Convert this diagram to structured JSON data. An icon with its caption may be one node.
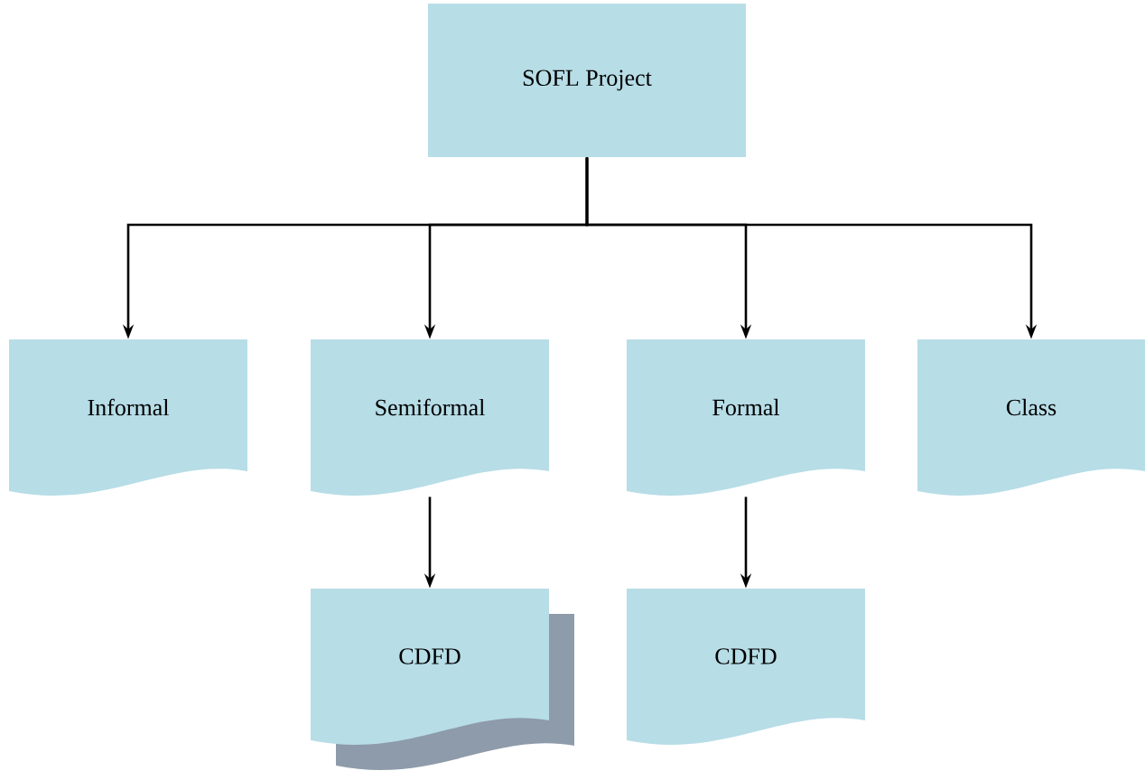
{
  "diagram": {
    "nodes": [
      {
        "text": [
          "SOFL Project"
        ]
      },
      {
        "text": [
          "Informal"
        ]
      },
      {
        "text": [
          "Semiformal"
        ]
      },
      {
        "text": [
          "Formal"
        ]
      },
      {
        "text": [
          "Class"
        ]
      },
      {
        "text": [
          "CDFD"
        ]
      },
      {
        "text": [
          "CDFD"
        ]
      }
    ],
    "edges": [
      {
        "from": 0,
        "to": 1,
        "arrow": "to"
      },
      {
        "from": 0,
        "to": 2,
        "arrow": "to"
      },
      {
        "from": 0,
        "to": 3,
        "arrow": "to"
      },
      {
        "from": 0,
        "to": 4,
        "arrow": "to"
      },
      {
        "from": 2,
        "to": 5,
        "arrow": "to"
      },
      {
        "from": 3,
        "to": 6,
        "arrow": "to"
      }
    ]
  }
}
